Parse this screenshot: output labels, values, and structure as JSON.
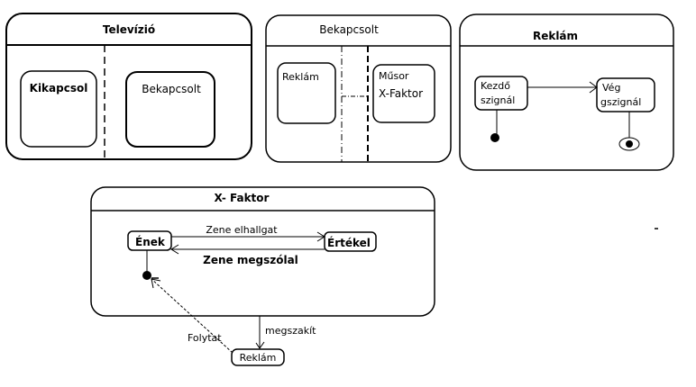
{
  "televizio": {
    "title": "Televízió",
    "states": [
      "Kikapcsol",
      "Bekapcsolt"
    ]
  },
  "bekapcsolt": {
    "title": "Bekapcsolt",
    "reklam": "Reklám",
    "musor": "Műsor",
    "xfaktor": "X-Faktor"
  },
  "reklam": {
    "title": "Reklám",
    "kezdo_line1": "Kezdő",
    "kezdo_line2": "szignál",
    "veg_line1": "Vég",
    "veg_line2": "gszignál"
  },
  "xfaktor": {
    "title": "X- Faktor",
    "enek": "Ének",
    "ertekel": "Értékel",
    "zene_elhallgat": "Zene elhallgat",
    "zene_megszolal": "Zene megszólal",
    "folytat": "Folytat",
    "megszakit": "megszakít",
    "reklam": "Reklám"
  }
}
